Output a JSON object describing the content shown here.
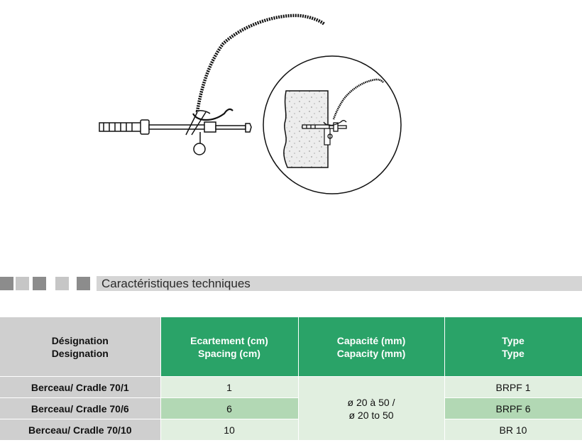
{
  "section": {
    "title": "Caractéristiques techniques",
    "squares": [
      "#8c8c8c",
      "#c6c6c6",
      "#8c8c8c",
      "#c6c6c6",
      "#8c8c8c"
    ]
  },
  "table": {
    "headers": [
      {
        "fr": "Désignation",
        "en": "Designation"
      },
      {
        "fr": "Ecartement (cm)",
        "en": "Spacing (cm)"
      },
      {
        "fr": "Capacité (mm)",
        "en": "Capacity (mm)"
      },
      {
        "fr": "Type",
        "en": "Type"
      }
    ],
    "rows": [
      {
        "designation": "Berceau/ Cradle 70/1",
        "spacing": "1",
        "type": "BRPF 1"
      },
      {
        "designation": "Berceau/ Cradle 70/6",
        "spacing": "6",
        "type": "BRPF 6"
      },
      {
        "designation": "Berceau/ Cradle 70/10",
        "spacing": "10",
        "type": "BR 10"
      }
    ],
    "capacity": {
      "fr": "ø 20 à 50 /",
      "en": "ø 20 to 50"
    }
  },
  "colors": {
    "header_green": "#2aa368",
    "row_light": "#e1efe0",
    "row_dark": "#b2d8b4",
    "designation_gray": "#cfcfcf",
    "section_bar": "#d5d5d5"
  }
}
